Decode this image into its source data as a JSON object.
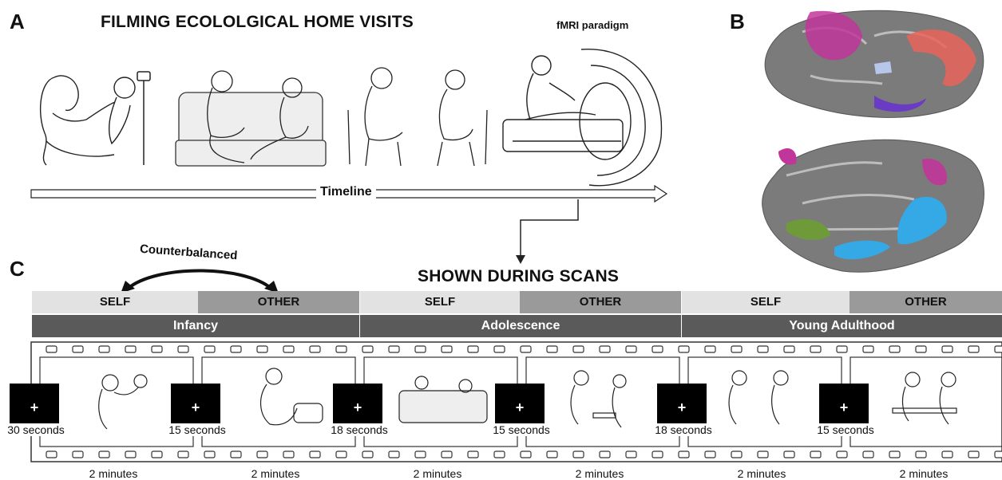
{
  "panels": {
    "a": "A",
    "b": "B",
    "c": "C"
  },
  "titles": {
    "filming": "FILMING ECOLOLGICAL HOME VISITS",
    "fmri": "fMRI paradigm",
    "timeline": "Timeline",
    "counterbalanced": "Counterbalanced",
    "shown": "SHOWN DURING SCANS"
  },
  "conditions": {
    "self": "SELF",
    "other": "OTHER"
  },
  "stages": [
    "Infancy",
    "Adolescence",
    "Young Adulthood"
  ],
  "fixation": {
    "symbol": "+",
    "durations": [
      "30 seconds",
      "15 seconds",
      "18 seconds",
      "15 seconds",
      "18 seconds",
      "15 seconds"
    ]
  },
  "clip_duration": "2 minutes",
  "colors": {
    "brain_gray": "#7b7b7b",
    "magenta": "#c0369a",
    "salmon": "#e8645a",
    "blue": "#35a9e6",
    "green": "#6e9a3a",
    "purple": "#6a3cc4",
    "stage_bar": "#5a5a5a",
    "self_bar": "#e2e2e2",
    "other_bar": "#9a9a9a"
  }
}
